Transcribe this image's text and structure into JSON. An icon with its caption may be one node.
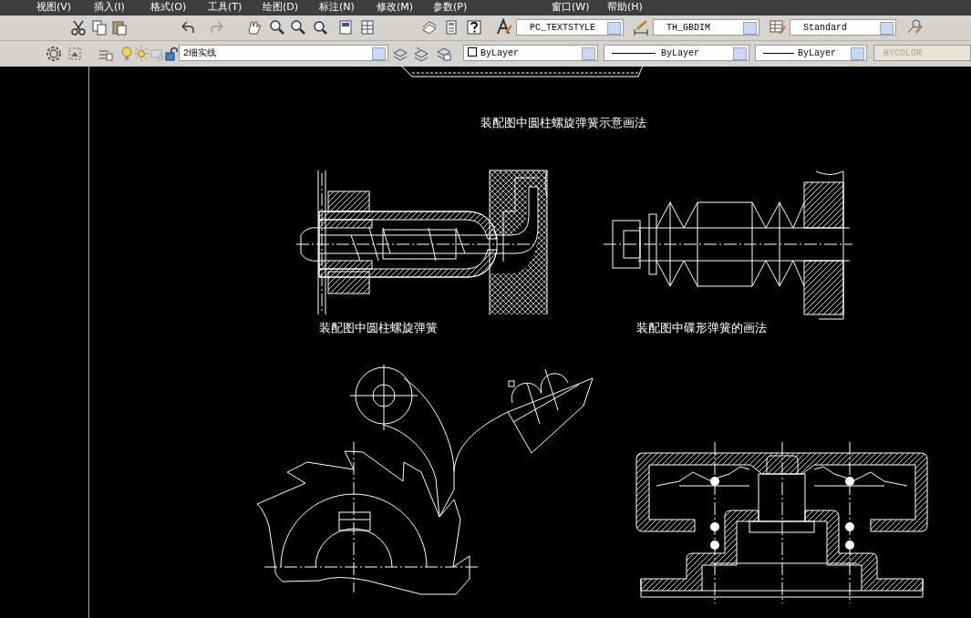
{
  "diagram": {
    "labels": [
      "视图(V)",
      "插入(I)",
      "格式(O)",
      "工具(T)",
      "绘图(D)",
      "标注(N)",
      "修改(M)",
      "参数(P)",
      "窗口(W)",
      "帮助(H)",
      "PC_TEXTSTYLE",
      "TH_GBDIM",
      "Standard",
      "2细实线",
      "ByLayer",
      "ByLayer",
      "ByLayer",
      "BYCOLOR",
      "装配图中圆柱螺旋弹簧示意画法",
      "装配图中圆柱螺旋弹簧",
      "装配图中碟形弹簧的画法"
    ]
  }
}
